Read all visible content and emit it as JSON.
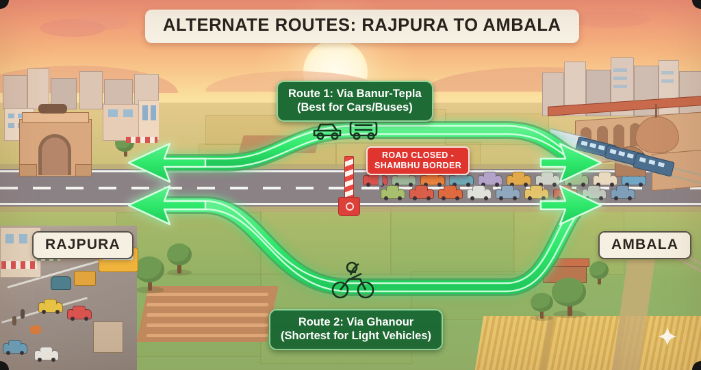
{
  "title": {
    "text": "ALTERNATE ROUTES: RAJPURA TO AMBALA"
  },
  "cities": {
    "origin": {
      "label": "RAJPURA",
      "landmark": "triumphal-arch-gate"
    },
    "destination": {
      "label": "AMBALA",
      "landmark": "railway-station-dome"
    }
  },
  "routes": [
    {
      "id": "route-1",
      "line1": "Route 1: Via Banur-Tepla",
      "line2": "(Best for Cars/Buses)",
      "color": "#2ee86b",
      "label_bg": "#1f6b35",
      "vehicles": [
        "car-icon",
        "bus-icon"
      ],
      "direction": "bidirectional"
    },
    {
      "id": "route-2",
      "line1": "Route 2: Via Ghanour",
      "line2": "(Shortest for Light Vehicles)",
      "color": "#2ee86b",
      "label_bg": "#1f6b35",
      "vehicles": [
        "motorcycle-icon"
      ],
      "direction": "bidirectional"
    }
  ],
  "closure": {
    "line1": "ROAD CLOSED -",
    "line2": "SHAMBHU BORDER",
    "color": "#e0352f",
    "barrier": "striped-barrier-post"
  },
  "scene": {
    "sky": "sunset-gradient",
    "sun": "sun-disc",
    "sky_top": "#ef8f78",
    "sky_bottom": "#fbe9ad",
    "field_green": "#93b367",
    "wheat": "#e8c571",
    "road": "#8b8286",
    "traffic_jam_rows": 2,
    "traffic_jam_count": 19,
    "jam_colors": [
      "#d9534f",
      "#9db89b",
      "#e8833c",
      "#6ea9b4",
      "#b3a3c9",
      "#e2a94a",
      "#cfd2c8",
      "#9fb98c",
      "#e8d9bf",
      "#6fa7c4",
      "#a8bf6e",
      "#d95f4a",
      "#e06a40",
      "#dfe2da",
      "#8fa8bd",
      "#e4c36a",
      "#cc5a48",
      "#bfc6bb",
      "#7f9fb8"
    ]
  }
}
